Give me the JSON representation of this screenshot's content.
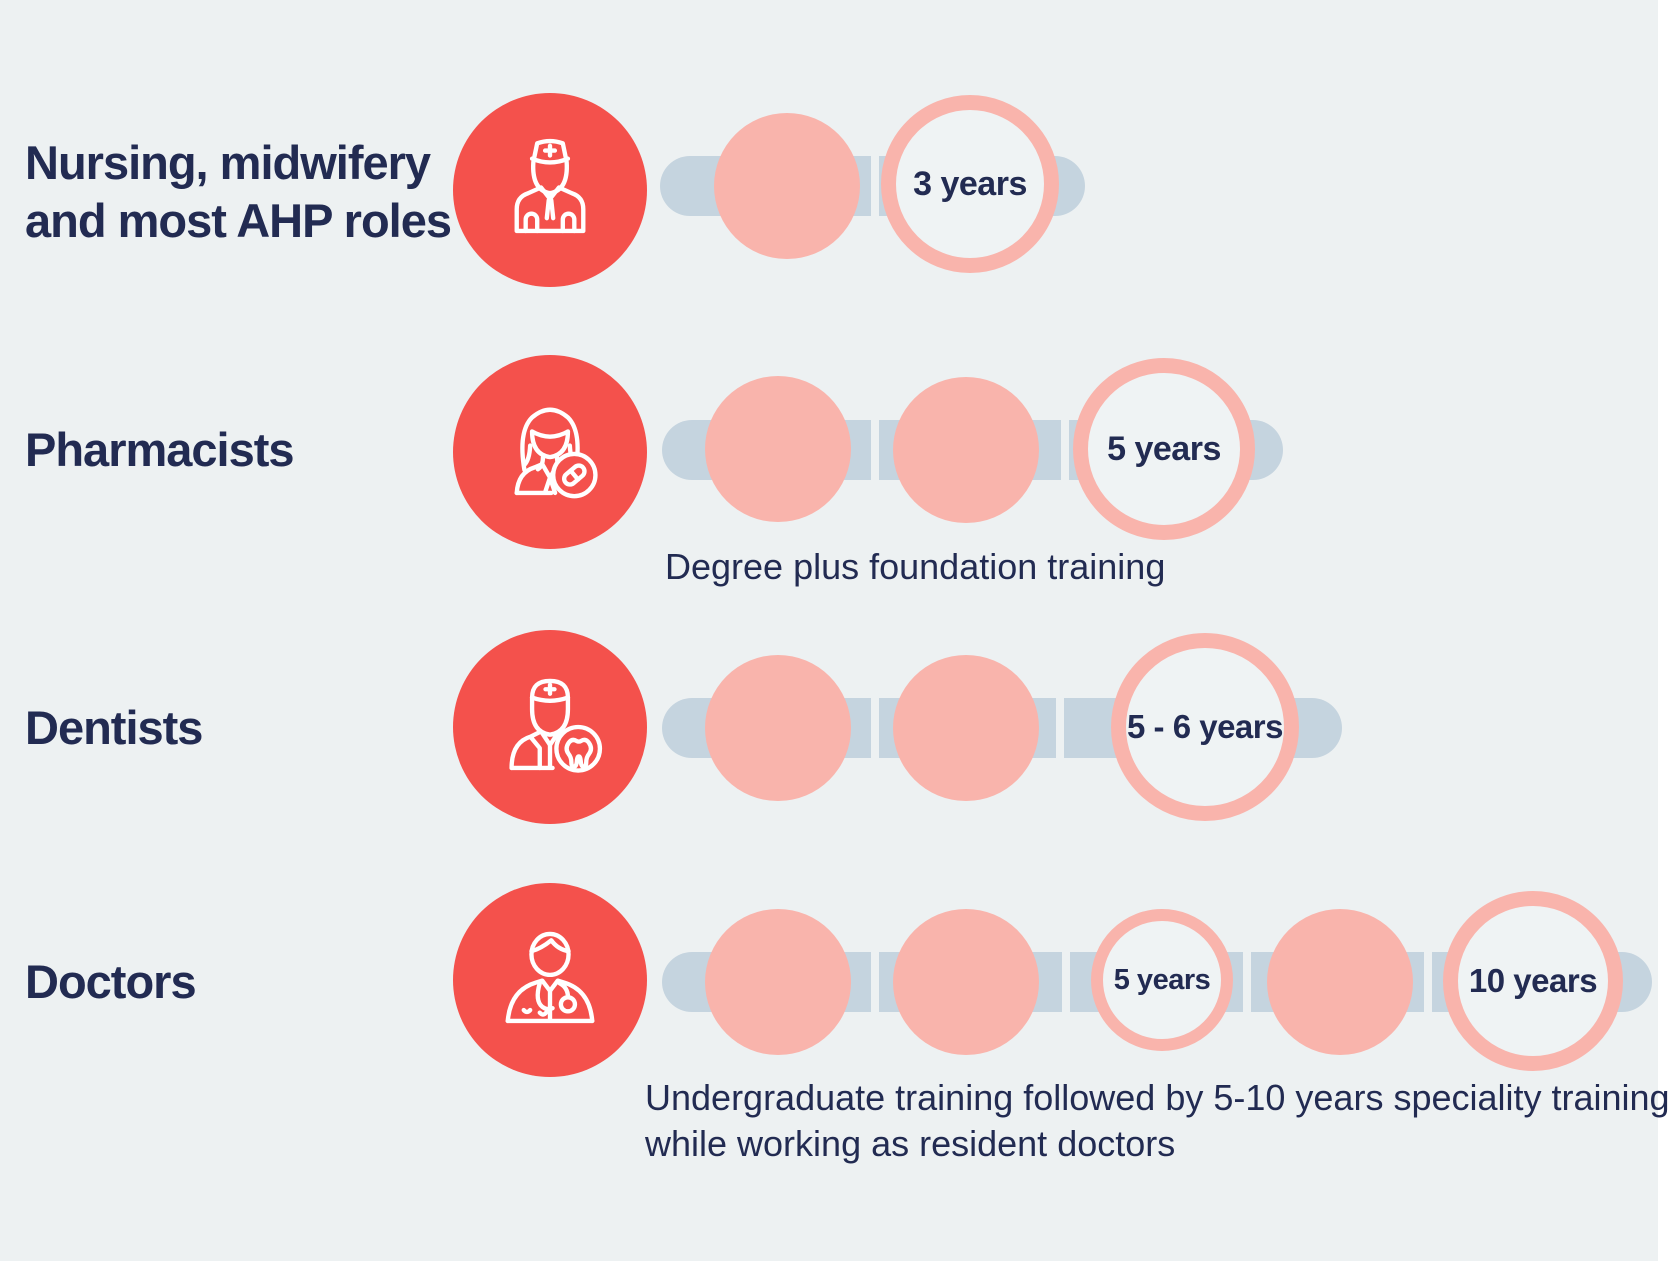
{
  "palette": {
    "background": "#EDF1F2",
    "accent_red": "#F4514C",
    "stage_pink": "#F9B4AC",
    "track_blue": "#C5D4DF",
    "text_navy": "#222B52",
    "icon_stroke": "#FFFFFF",
    "duration_circle_fill": "#EFF3F4"
  },
  "rows": [
    {
      "id": "nursing",
      "label_line1": "Nursing, midwifery",
      "label_line2": "and most AHP roles",
      "icon": "nurse-icon",
      "stage_dots": 1,
      "duration": "3 years"
    },
    {
      "id": "pharmacists",
      "label": "Pharmacists",
      "icon": "pharmacist-icon",
      "stage_dots": 2,
      "duration": "5 years",
      "caption": "Degree plus foundation training"
    },
    {
      "id": "dentists",
      "label": "Dentists",
      "icon": "dentist-icon",
      "stage_dots": 2,
      "duration": "5 - 6 years"
    },
    {
      "id": "doctors",
      "label": "Doctors",
      "icon": "doctor-icon",
      "stage_dots": 3,
      "duration_undergraduate": "5 years",
      "duration_specialty": "10 years",
      "caption_line1": "Undergraduate training followed by 5-10 years speciality training",
      "caption_line2": "while working as resident doctors"
    }
  ]
}
